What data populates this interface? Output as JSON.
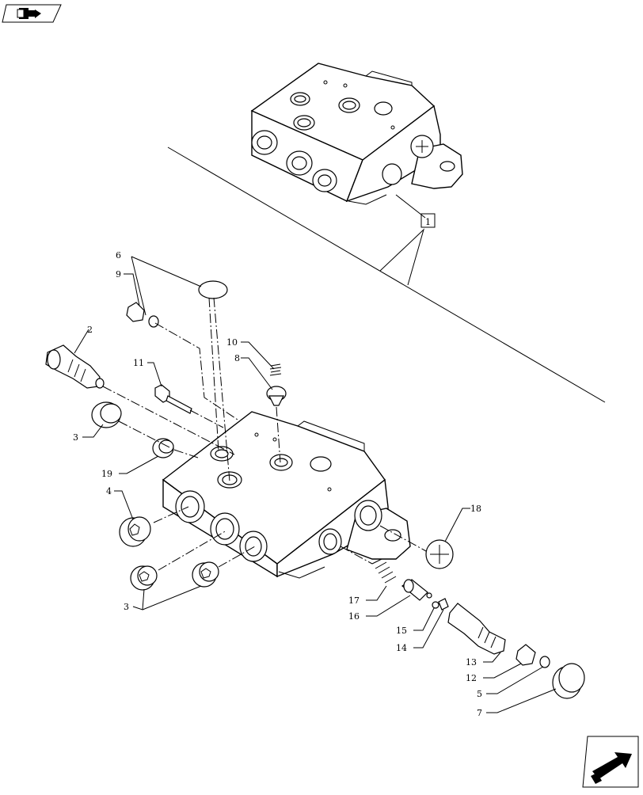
{
  "nav": {
    "top_icon": "book-arrow-icon",
    "bottom_icon": "next-page-arrow-icon"
  },
  "assembly_ref": "1",
  "callouts": [
    {
      "id": "c6",
      "label": "6"
    },
    {
      "id": "c9",
      "label": "9"
    },
    {
      "id": "c2",
      "label": "2"
    },
    {
      "id": "c10",
      "label": "10"
    },
    {
      "id": "c8",
      "label": "8"
    },
    {
      "id": "c11",
      "label": "11"
    },
    {
      "id": "c3a",
      "label": "3"
    },
    {
      "id": "c19",
      "label": "19"
    },
    {
      "id": "c4",
      "label": "4"
    },
    {
      "id": "c3b",
      "label": "3"
    },
    {
      "id": "c18",
      "label": "18"
    },
    {
      "id": "c17",
      "label": "17"
    },
    {
      "id": "c16",
      "label": "16"
    },
    {
      "id": "c15",
      "label": "15"
    },
    {
      "id": "c14",
      "label": "14"
    },
    {
      "id": "c13",
      "label": "13"
    },
    {
      "id": "c12",
      "label": "12"
    },
    {
      "id": "c5",
      "label": "5"
    },
    {
      "id": "c7",
      "label": "7"
    }
  ]
}
